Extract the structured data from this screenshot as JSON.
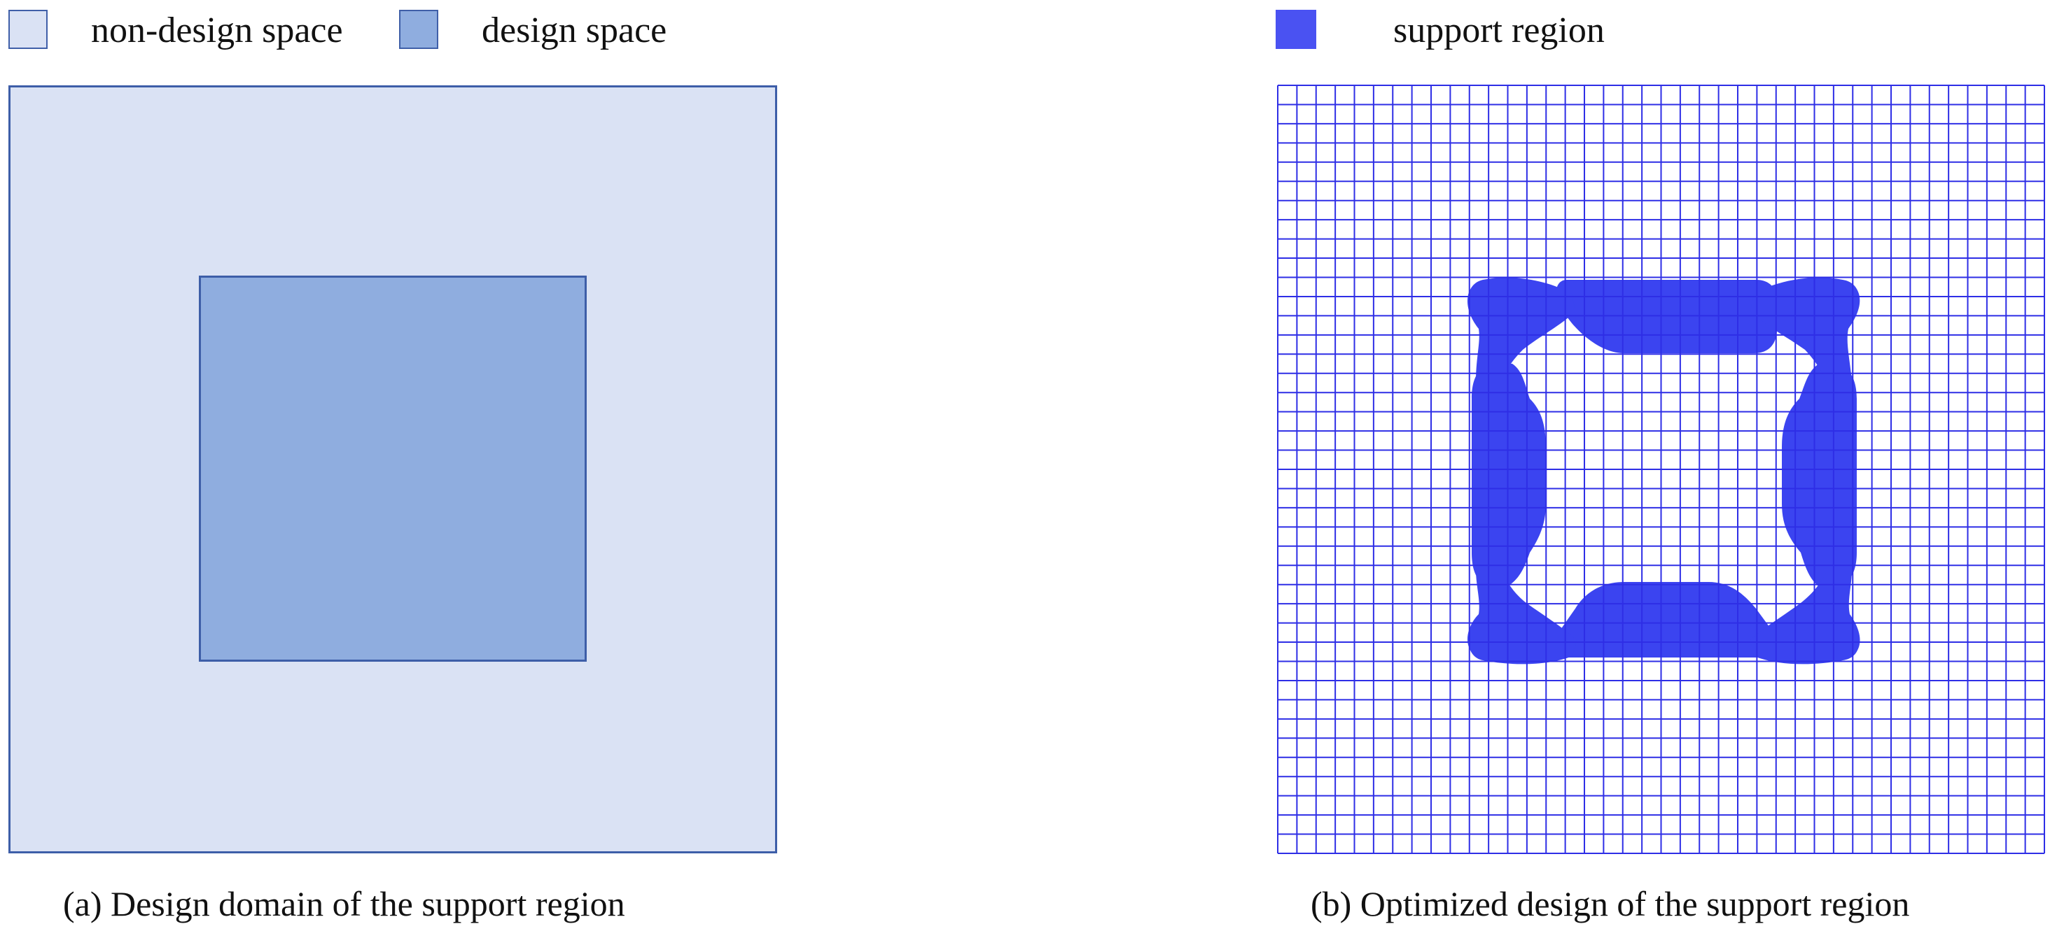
{
  "legend_a": {
    "items": [
      {
        "label": "non-design space",
        "color": "#dae2f4",
        "border": "#3f5fa8",
        "icon": "swatch-square"
      },
      {
        "label": "design space",
        "color": "#8faddf",
        "border": "#3f5fa8",
        "icon": "swatch-square"
      }
    ]
  },
  "legend_b": {
    "items": [
      {
        "label": "support region",
        "color": "#4a52f2",
        "icon": "swatch-square"
      }
    ]
  },
  "panel_a": {
    "caption": "(a) Design domain of the support region",
    "outer_color": "#dae2f4",
    "inner_color": "#8faddf",
    "border_color": "#3d5ea8"
  },
  "panel_b": {
    "caption": "(b) Optimized design of the support region",
    "grid_color": "#2e2ee6",
    "region_color": "#3b44f0"
  }
}
